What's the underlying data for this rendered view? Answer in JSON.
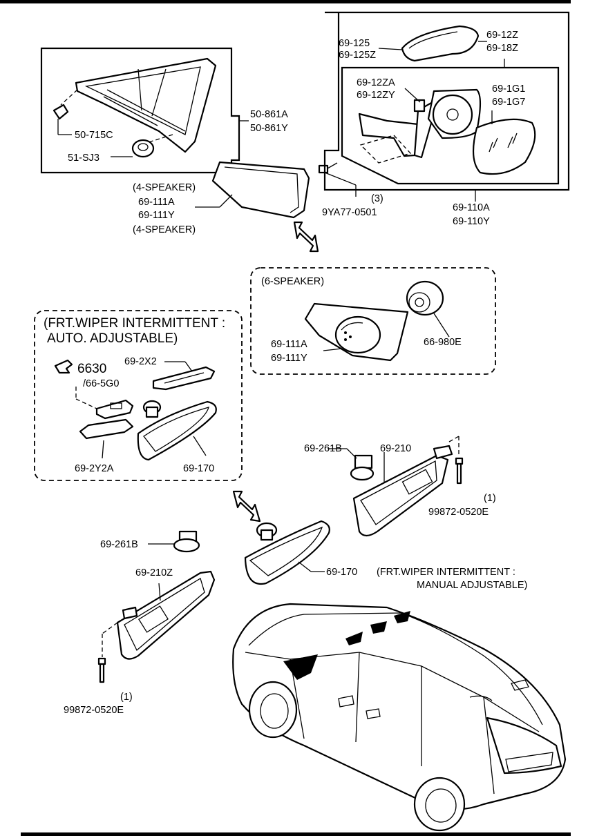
{
  "labels": {
    "qw_clip": "50-715C",
    "qw_pad": "51-SJ3",
    "qw_molding_a": "50-861A",
    "qw_molding_y": "50-861Y",
    "sp4_top": "(4-SPEAKER)",
    "cover_a": "69-111A",
    "cover_y": "69-111Y",
    "sp4_bottom": "(4-SPEAKER)",
    "screw_qty": "(3)",
    "screw": "9YA77-0501",
    "cap_a": "69-125",
    "cap_z": "69-125Z",
    "cap_r1": "69-12Z",
    "cap_r2": "69-18Z",
    "motor_a": "69-12ZA",
    "motor_y": "69-12ZY",
    "glass_1": "69-1G1",
    "glass_2": "69-1G7",
    "mirror_a": "69-110A",
    "mirror_y": "69-110Y",
    "sp6_title": "(6-SPEAKER)",
    "sp6_cover_a": "69-111A",
    "sp6_cover_y": "69-111Y",
    "tweeter": "66-980E",
    "auto_title_1": "(FRT.WIPER INTERMITTENT :",
    "auto_title_2": "AUTO. ADJUSTABLE)",
    "ref_num": "6630",
    "ref_sub": "/66-5G0",
    "sensor_cover": "69-2X2",
    "sensor_bracket": "69-2Y2A",
    "auto_mirror": "69-170",
    "r_clip": "69-261B",
    "r_visor": "69-210",
    "r_screw_qty": "(1)",
    "r_screw": "99872-0520E",
    "l_clip": "69-261B",
    "manual_mirror": "69-170",
    "manual_note_1": "(FRT.WIPER INTERMITTENT :",
    "manual_note_2": "MANUAL ADJUSTABLE)",
    "l_visor": "69-210Z",
    "l_screw_qty": "(1)",
    "l_screw": "99872-0520E"
  }
}
